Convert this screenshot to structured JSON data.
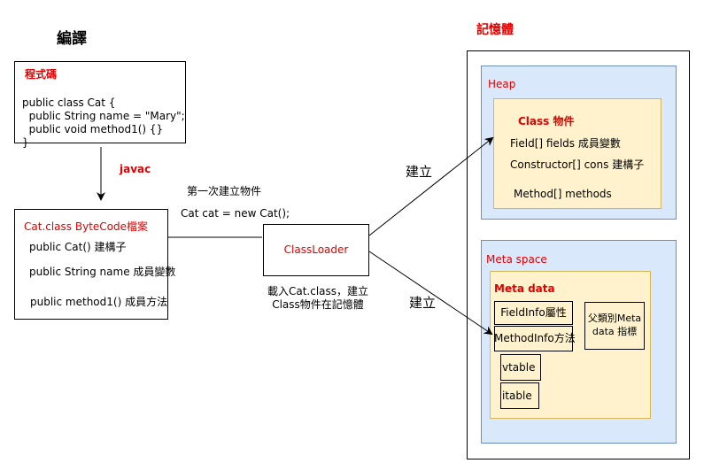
{
  "compile": {
    "title": "編譯",
    "source_box": {
      "heading": "程式碼",
      "lines": [
        "public class Cat {",
        "  public String name = \"Mary\";",
        "  public void method1() {}",
        "}"
      ]
    },
    "javac_label": "javac",
    "bytecode_box": {
      "heading": "Cat.class ByteCode檔案",
      "lines": [
        "public Cat() 建構子",
        "public String name 成員變數",
        "public method1() 成員方法"
      ]
    }
  },
  "instantiate": {
    "label1": "第一次建立物件",
    "label2": "Cat cat = new Cat();"
  },
  "classloader": {
    "label": "ClassLoader",
    "caption_line1": "載入Cat.class，建立",
    "caption_line2": "Class物件在記憶體"
  },
  "arrows": {
    "build_top": "建立",
    "build_bottom": "建立"
  },
  "memory": {
    "title": "記憶體",
    "heap": {
      "label": "Heap",
      "class_object": {
        "heading": "Class 物件",
        "lines": [
          "Field[] fields 成員變數",
          "Constructor[] cons 建構子",
          "Method[] methods"
        ]
      }
    },
    "metaspace": {
      "label": "Meta space",
      "metadata": {
        "heading": "Meta data",
        "fieldinfo": "FieldInfo屬性",
        "methodinfo": "MethodInfo方法",
        "vtable": "vtable",
        "itable": "itable",
        "parent_line1": "父類別Meta",
        "parent_line2": "data 指標"
      }
    }
  },
  "colors": {
    "accent_red": "#e00000",
    "heap_fill": "#dae8fc",
    "heap_border": "#6c8ebf",
    "yellow_fill": "#fff2cc",
    "yellow_border": "#d6b656"
  }
}
